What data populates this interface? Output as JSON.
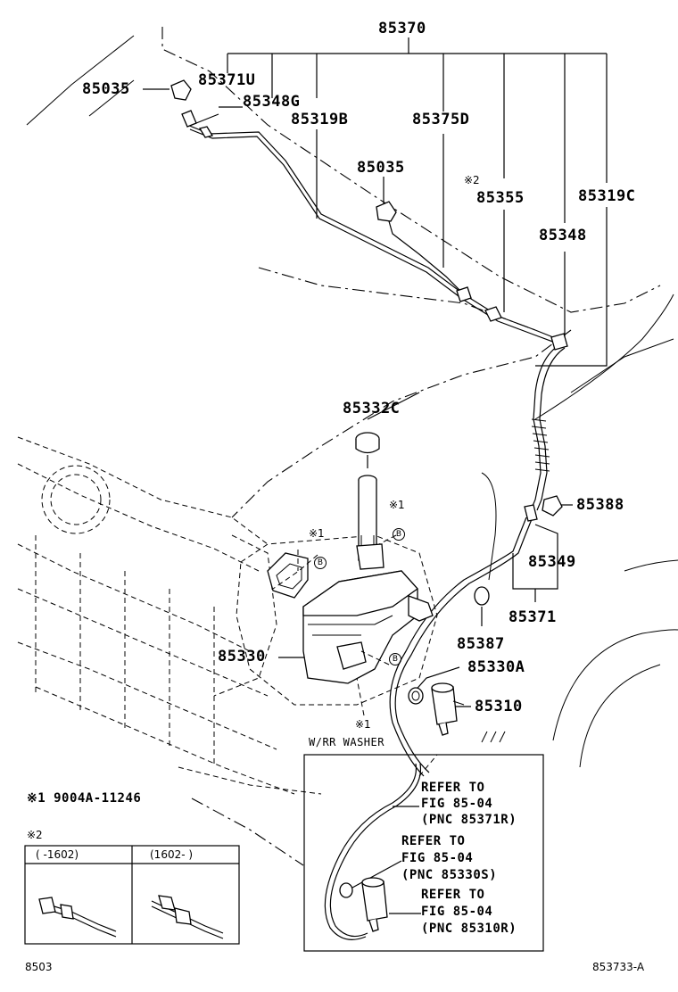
{
  "diagram": {
    "part_numbers": {
      "p85370": "85370",
      "p85035_a": "85035",
      "p85371U": "85371U",
      "p85348G": "85348G",
      "p85319B": "85319B",
      "p85375D": "85375D",
      "p85035_b": "85035",
      "p85355": "85355",
      "p85319C": "85319C",
      "p85348": "85348",
      "p85332C": "85332C",
      "p85388": "85388",
      "p85349": "85349",
      "p85371": "85371",
      "p85387": "85387",
      "p85330": "85330",
      "p85330A": "85330A",
      "p85310": "85310"
    },
    "marks": {
      "note2_mark": "※2",
      "note1_mark_a": "※1",
      "note1_mark_b": "※1",
      "note1_mark_c": "※1",
      "circle_b": "B"
    },
    "notes": {
      "rr_washer": "W/RR WASHER",
      "note1": "※1  9004A-11246",
      "note2_header": "※2",
      "range_left": "(    -1602)",
      "range_right": "(1602-    )"
    },
    "refer_box": {
      "ref1_line1": "REFER TO",
      "ref1_line2": "FIG 85-04",
      "ref1_line3": "(PNC 85371R)",
      "ref2_line1": "REFER TO",
      "ref2_line2": "FIG 85-04",
      "ref2_line3": "(PNC 85330S)",
      "ref3_line1": "REFER TO",
      "ref3_line2": "FIG 85-04",
      "ref3_line3": "(PNC 85310R)"
    },
    "footer": {
      "left_code": "8503",
      "right_code": "853733-A"
    }
  }
}
